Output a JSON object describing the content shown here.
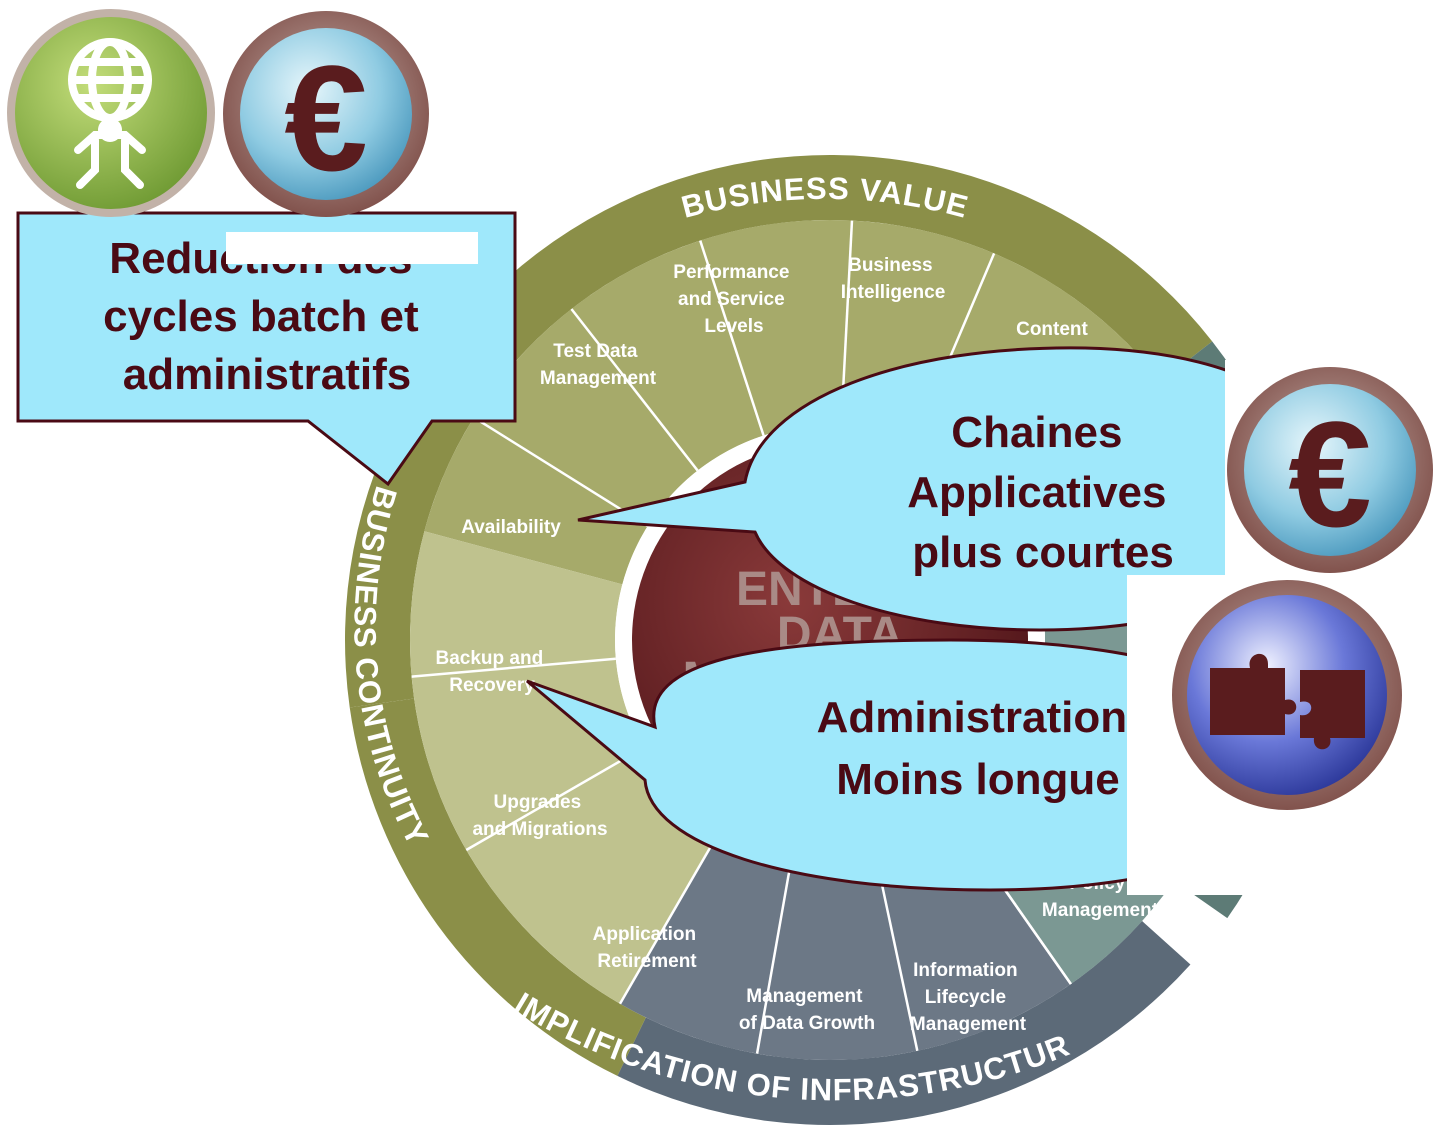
{
  "colors": {
    "olive_dark": "#8b8f48",
    "olive_mid": "#a6aa6a",
    "olive_light": "#bfc28e",
    "slate_dark": "#5c6a78",
    "slate_mid": "#6c7886",
    "teal": "#7b9893",
    "teal_dark": "#5d7b76",
    "maroon": "#6b1f24",
    "callout_fill": "#9fe8fb",
    "callout_border": "#4a0a14",
    "callout_text": "#4a0a14"
  },
  "icons": {
    "globe_badge": "globe-person-icon",
    "euro_badge": "euro-icon",
    "puzzle_badge": "puzzle-icon"
  },
  "wheel": {
    "ring_labels": {
      "top": "BUSINESS VALUE",
      "left": "BUSINESS CONTINUITY",
      "bottom": "SIMPLIFICATION OF INFRASTRUCTURE"
    },
    "hub_lines": [
      "ENTE",
      "DATA",
      "MA"
    ],
    "segments": {
      "test_data": [
        "Test Data",
        "Management"
      ],
      "performance": [
        "Performance",
        "and Service",
        "Levels"
      ],
      "business_intelligence": [
        "Business",
        "Intelligence"
      ],
      "content": [
        "Content"
      ],
      "availability": [
        "Availability"
      ],
      "backup": [
        "Backup and",
        "Recovery"
      ],
      "upgrades": [
        "Upgrades",
        "and Migrations"
      ],
      "application_retirement": [
        "Application",
        "Retirement"
      ],
      "data_growth": [
        "Management",
        "of Data Growth"
      ],
      "lifecycle": [
        "Information",
        "Lifecycle",
        "Management"
      ],
      "policy": [
        "Policy",
        "Management"
      ]
    }
  },
  "callouts": {
    "batch": [
      "Reduction des",
      "cycles batch et",
      "administratifs"
    ],
    "chains": [
      "Chaines",
      "Applicatives",
      "plus courtes"
    ],
    "admin": [
      "Administration",
      "Moins longue"
    ]
  }
}
